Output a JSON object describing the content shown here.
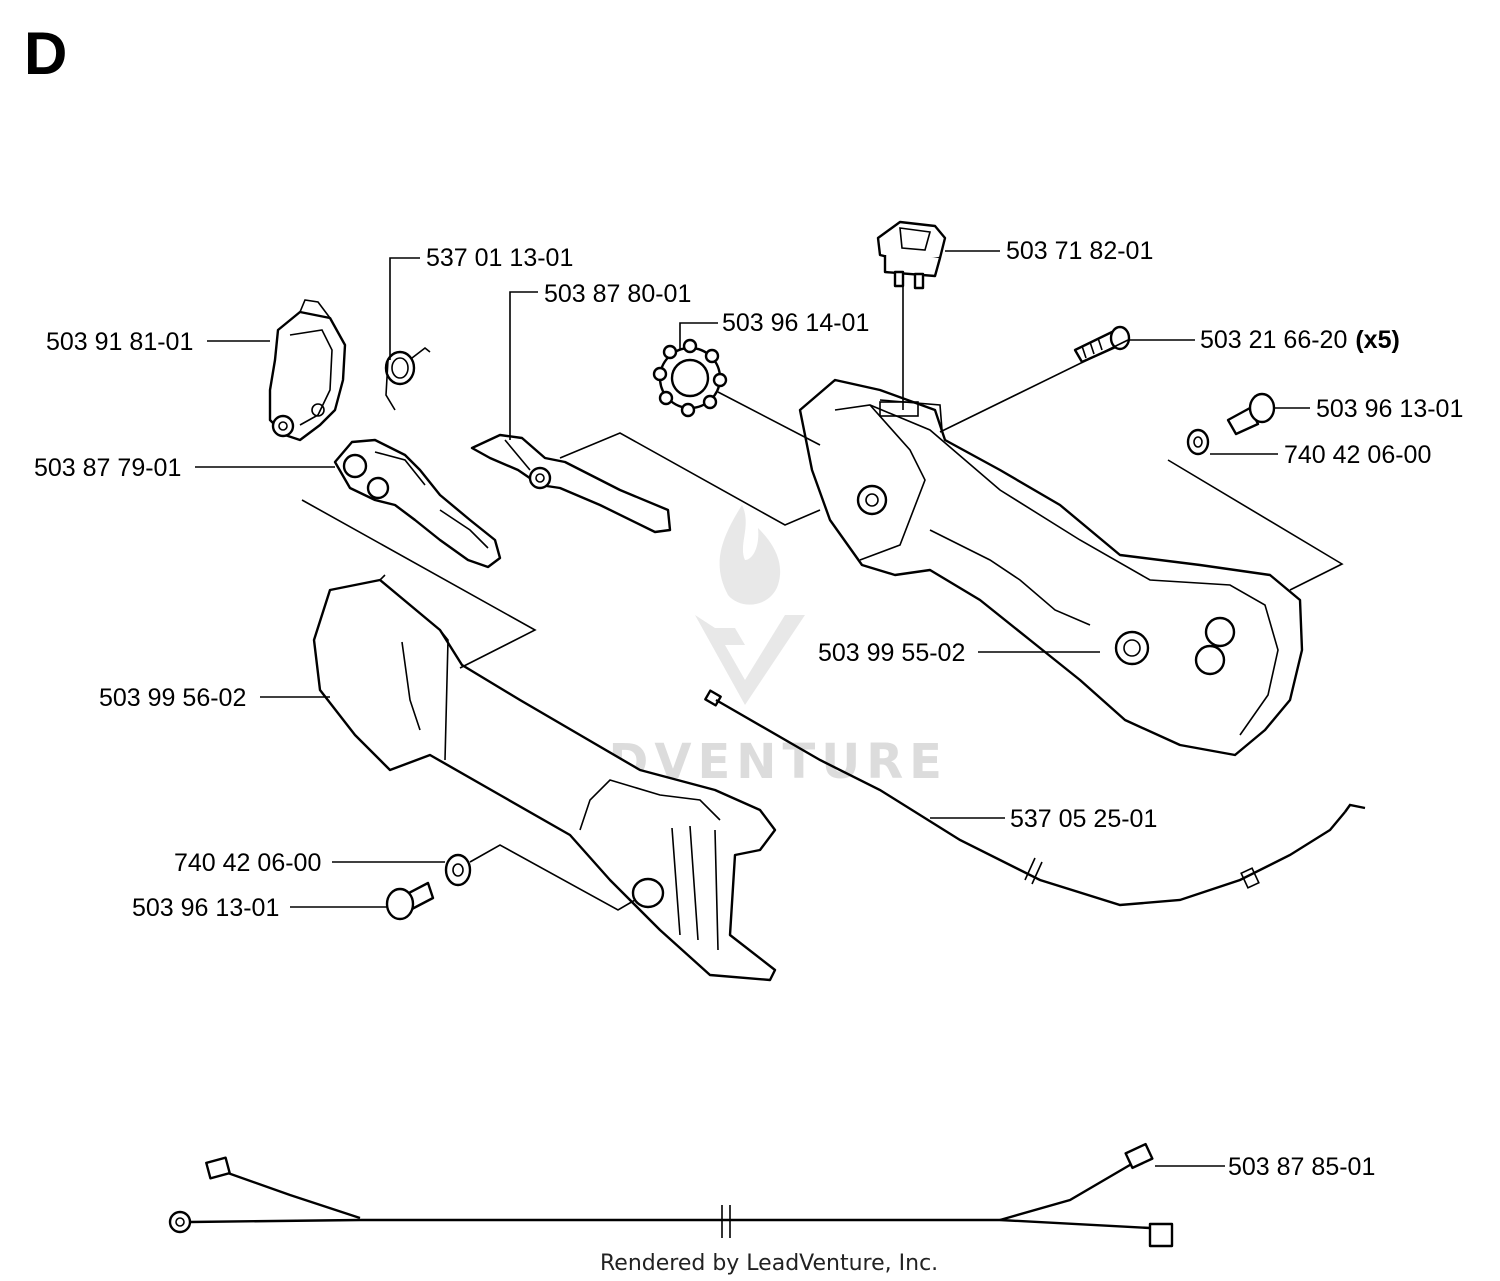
{
  "section_letter": "D",
  "footer": "Rendered by LeadVenture, Inc.",
  "watermark": "LEADVENTURE",
  "callouts": {
    "p537011301": "537 01 13-01",
    "p503878001": "503 87 80-01",
    "p503918101": "503 91 81-01",
    "p503961401": "503 96 14-01",
    "p503718201": "503 71 82-01",
    "p503216620": "503 21 66-20",
    "p503216620_qty": "(x5)",
    "p503961301_top": "503 96 13-01",
    "p740420600_top": "740 42 06-00",
    "p503877901": "503 87 79-01",
    "p503995502": "503 99 55-02",
    "p503995602": "503 99 56-02",
    "p537052501": "537 05 25-01",
    "p740420600_bottom": "740 42 06-00",
    "p503961301_bottom": "503 96 13-01",
    "p503878501": "503 87 85-01"
  }
}
